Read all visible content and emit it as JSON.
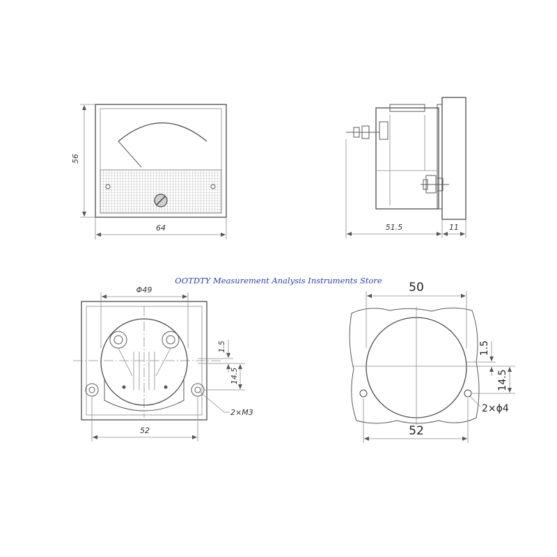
{
  "watermark": "OOTDTY Measurement Analysis Instruments Store",
  "front_view": {
    "height_label": "56",
    "width_label": "64"
  },
  "side_view": {
    "depth_label": "51.5",
    "flange_label": "11"
  },
  "rear_view": {
    "diameter_label": "Φ49",
    "offset_top_label": "1.5",
    "offset_bottom_label": "14.5",
    "hole_spacing_label": "52",
    "screw_label": "2×M3"
  },
  "cutout_view": {
    "diameter_label": "50",
    "offset_top_label": "1.5",
    "offset_bottom_label": "14.5",
    "hole_spacing_label": "52",
    "hole_label": "2×ϕ4"
  }
}
